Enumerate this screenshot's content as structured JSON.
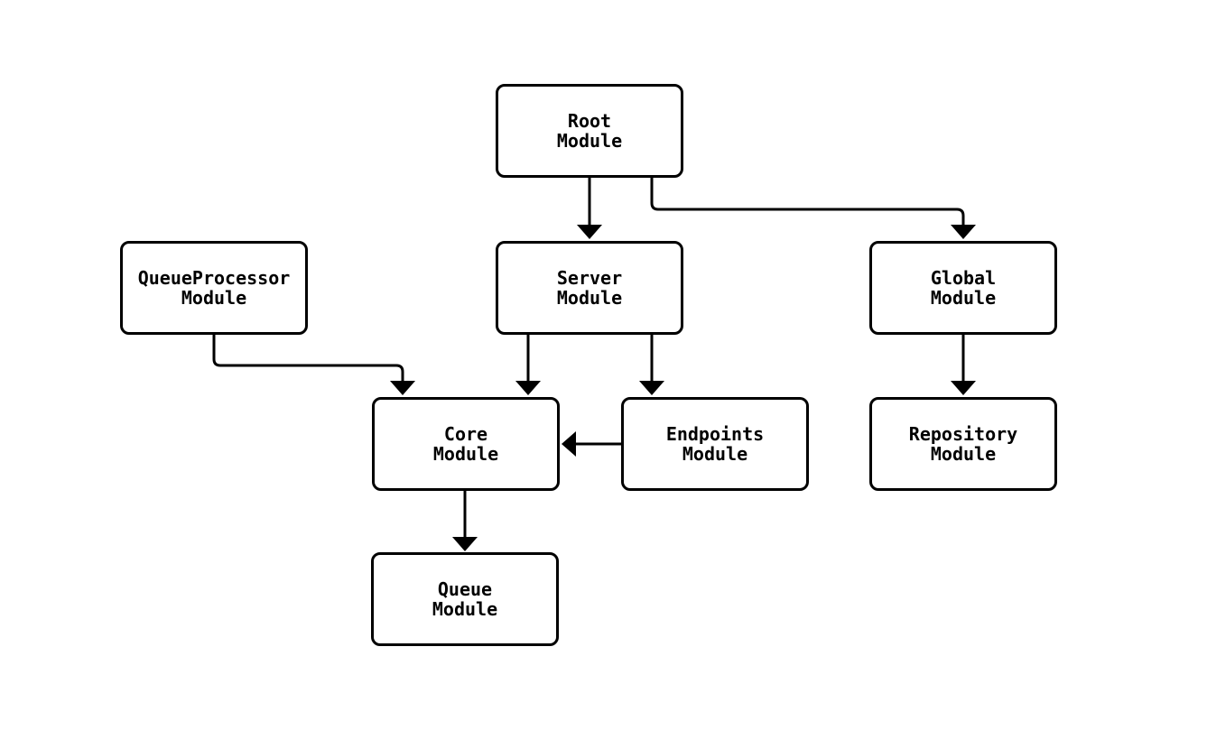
{
  "diagram": {
    "type": "flowchart",
    "direction": "top-down",
    "background_color": "#ffffff",
    "node_style": {
      "fill": "#ffffff",
      "border_color": "#000000",
      "text_color": "#000000",
      "shape": "rounded-rectangle"
    },
    "edge_style": {
      "color": "#000000",
      "arrowhead": "filled-triangle"
    },
    "nodes": {
      "root": {
        "label": "Root\nModule"
      },
      "queueProcessor": {
        "label": "QueueProcessor\nModule"
      },
      "server": {
        "label": "Server\nModule"
      },
      "global": {
        "label": "Global\nModule"
      },
      "core": {
        "label": "Core\nModule"
      },
      "endpoints": {
        "label": "Endpoints\nModule"
      },
      "repository": {
        "label": "Repository\nModule"
      },
      "queue": {
        "label": "Queue\nModule"
      }
    },
    "edges": [
      {
        "from": "Root Module",
        "to": "Server Module"
      },
      {
        "from": "Root Module",
        "to": "Global Module"
      },
      {
        "from": "QueueProcessor Module",
        "to": "Core Module"
      },
      {
        "from": "Server Module",
        "to": "Core Module"
      },
      {
        "from": "Server Module",
        "to": "Endpoints Module"
      },
      {
        "from": "Endpoints Module",
        "to": "Core Module"
      },
      {
        "from": "Global Module",
        "to": "Repository Module"
      },
      {
        "from": "Core Module",
        "to": "Queue Module"
      }
    ]
  }
}
